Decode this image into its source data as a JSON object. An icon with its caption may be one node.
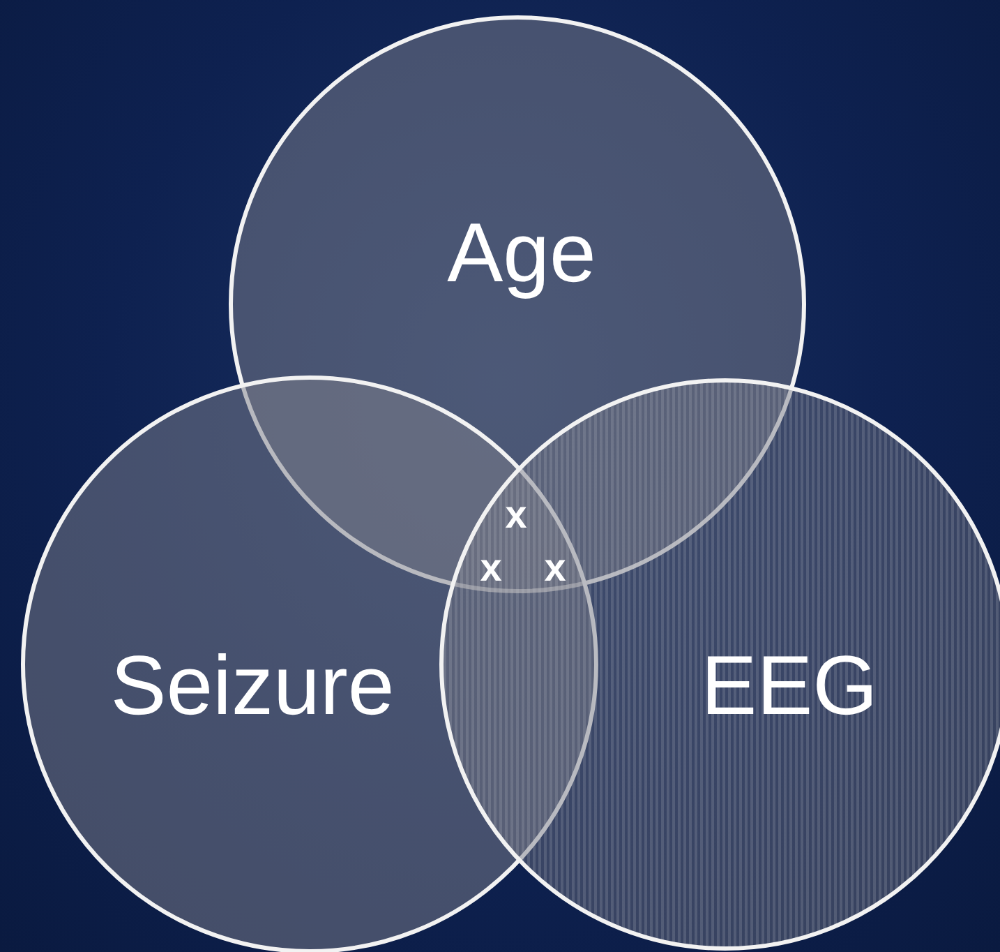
{
  "diagram": {
    "nodes": [
      {
        "text": [
          "Age"
        ]
      },
      {
        "text": [
          "Seizure"
        ]
      },
      {
        "text": [
          "EEG"
        ]
      }
    ],
    "labels": [
      "x",
      "x",
      "x"
    ]
  }
}
